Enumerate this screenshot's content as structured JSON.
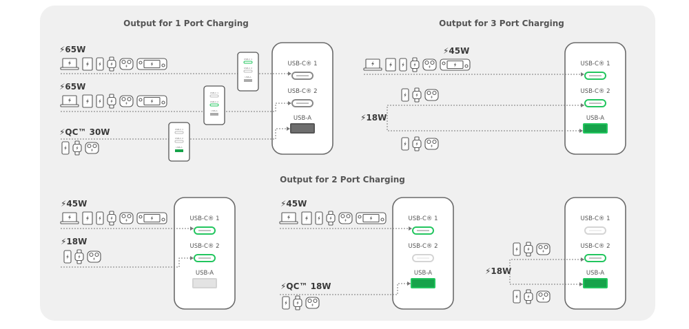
{
  "colors": {
    "active_port": "#22c55e",
    "active_fill": "#16a34a",
    "inactive_port": "#888888",
    "disabled_port": "#d4d4d4",
    "panel": "#f0f0f0"
  },
  "ports": {
    "c1": "USB-C® 1",
    "c2": "USB-C® 2",
    "a": "USB-A"
  },
  "mini_labels": {
    "c1": "USB-C 1",
    "c2": "USB-C 2",
    "a": "USB-A"
  },
  "sections": [
    {
      "id": "one_port",
      "title": "Output for 1 Port Charging",
      "rows": [
        {
          "watt": "⚡65W",
          "devices": [
            "laptop-icon",
            "tablet-icon",
            "phone-icon",
            "watch-icon",
            "earbuds-icon",
            "game-console-icon"
          ],
          "port": "c1"
        },
        {
          "watt": "⚡65W",
          "devices": [
            "laptop-icon",
            "tablet-icon",
            "phone-icon",
            "watch-icon",
            "earbuds-icon",
            "game-console-icon"
          ],
          "port": "c2"
        },
        {
          "watt": "⚡QC™ 30W",
          "devices": [
            "phone-icon",
            "watch-icon",
            "earbuds-icon"
          ],
          "port": "a"
        }
      ],
      "charger_ports": {
        "c1": "inactive",
        "c2": "inactive",
        "a": "inactive"
      }
    },
    {
      "id": "three_port",
      "title": "Output for 3 Port Charging",
      "rows": [
        {
          "watt": "⚡45W",
          "devices": [
            "laptop-icon",
            "tablet-icon",
            "phone-icon",
            "watch-icon",
            "earbuds-icon",
            "game-console-icon"
          ],
          "port": "c1"
        },
        {
          "watt": "⚡18W",
          "devices_top": [
            "phone-icon",
            "watch-icon",
            "earbuds-icon"
          ],
          "devices_bottom": [
            "phone-icon",
            "watch-icon",
            "earbuds-icon"
          ],
          "ports": [
            "c2",
            "a"
          ]
        }
      ],
      "charger_ports": {
        "c1": "active",
        "c2": "active",
        "a": "active"
      }
    },
    {
      "id": "two_port",
      "title": "Output for 2 Port Charging",
      "configs": [
        {
          "rows": [
            {
              "watt": "⚡45W",
              "devices": [
                "laptop-icon",
                "tablet-icon",
                "phone-icon",
                "watch-icon",
                "earbuds-icon",
                "game-console-icon"
              ],
              "port": "c1"
            },
            {
              "watt": "⚡18W",
              "devices": [
                "phone-icon",
                "watch-icon",
                "earbuds-icon"
              ],
              "port": "c2"
            }
          ],
          "charger_ports": {
            "c1": "active",
            "c2": "active",
            "a": "disabled"
          }
        },
        {
          "rows": [
            {
              "watt": "⚡45W",
              "devices": [
                "laptop-icon",
                "tablet-icon",
                "phone-icon",
                "watch-icon",
                "earbuds-icon",
                "game-console-icon"
              ],
              "port": "c1"
            },
            {
              "watt": "⚡QC™ 18W",
              "devices": [
                "phone-icon",
                "watch-icon",
                "earbuds-icon"
              ],
              "port": "a"
            }
          ],
          "charger_ports": {
            "c1": "active",
            "c2": "disabled",
            "a": "active"
          }
        },
        {
          "rows": [
            {
              "watt": "⚡18W",
              "devices_top": [
                "phone-icon",
                "watch-icon",
                "earbuds-icon"
              ],
              "devices_bottom": [
                "phone-icon",
                "watch-icon",
                "earbuds-icon"
              ],
              "ports": [
                "c2",
                "a"
              ]
            }
          ],
          "charger_ports": {
            "c1": "disabled",
            "c2": "active",
            "a": "active"
          }
        }
      ]
    }
  ]
}
